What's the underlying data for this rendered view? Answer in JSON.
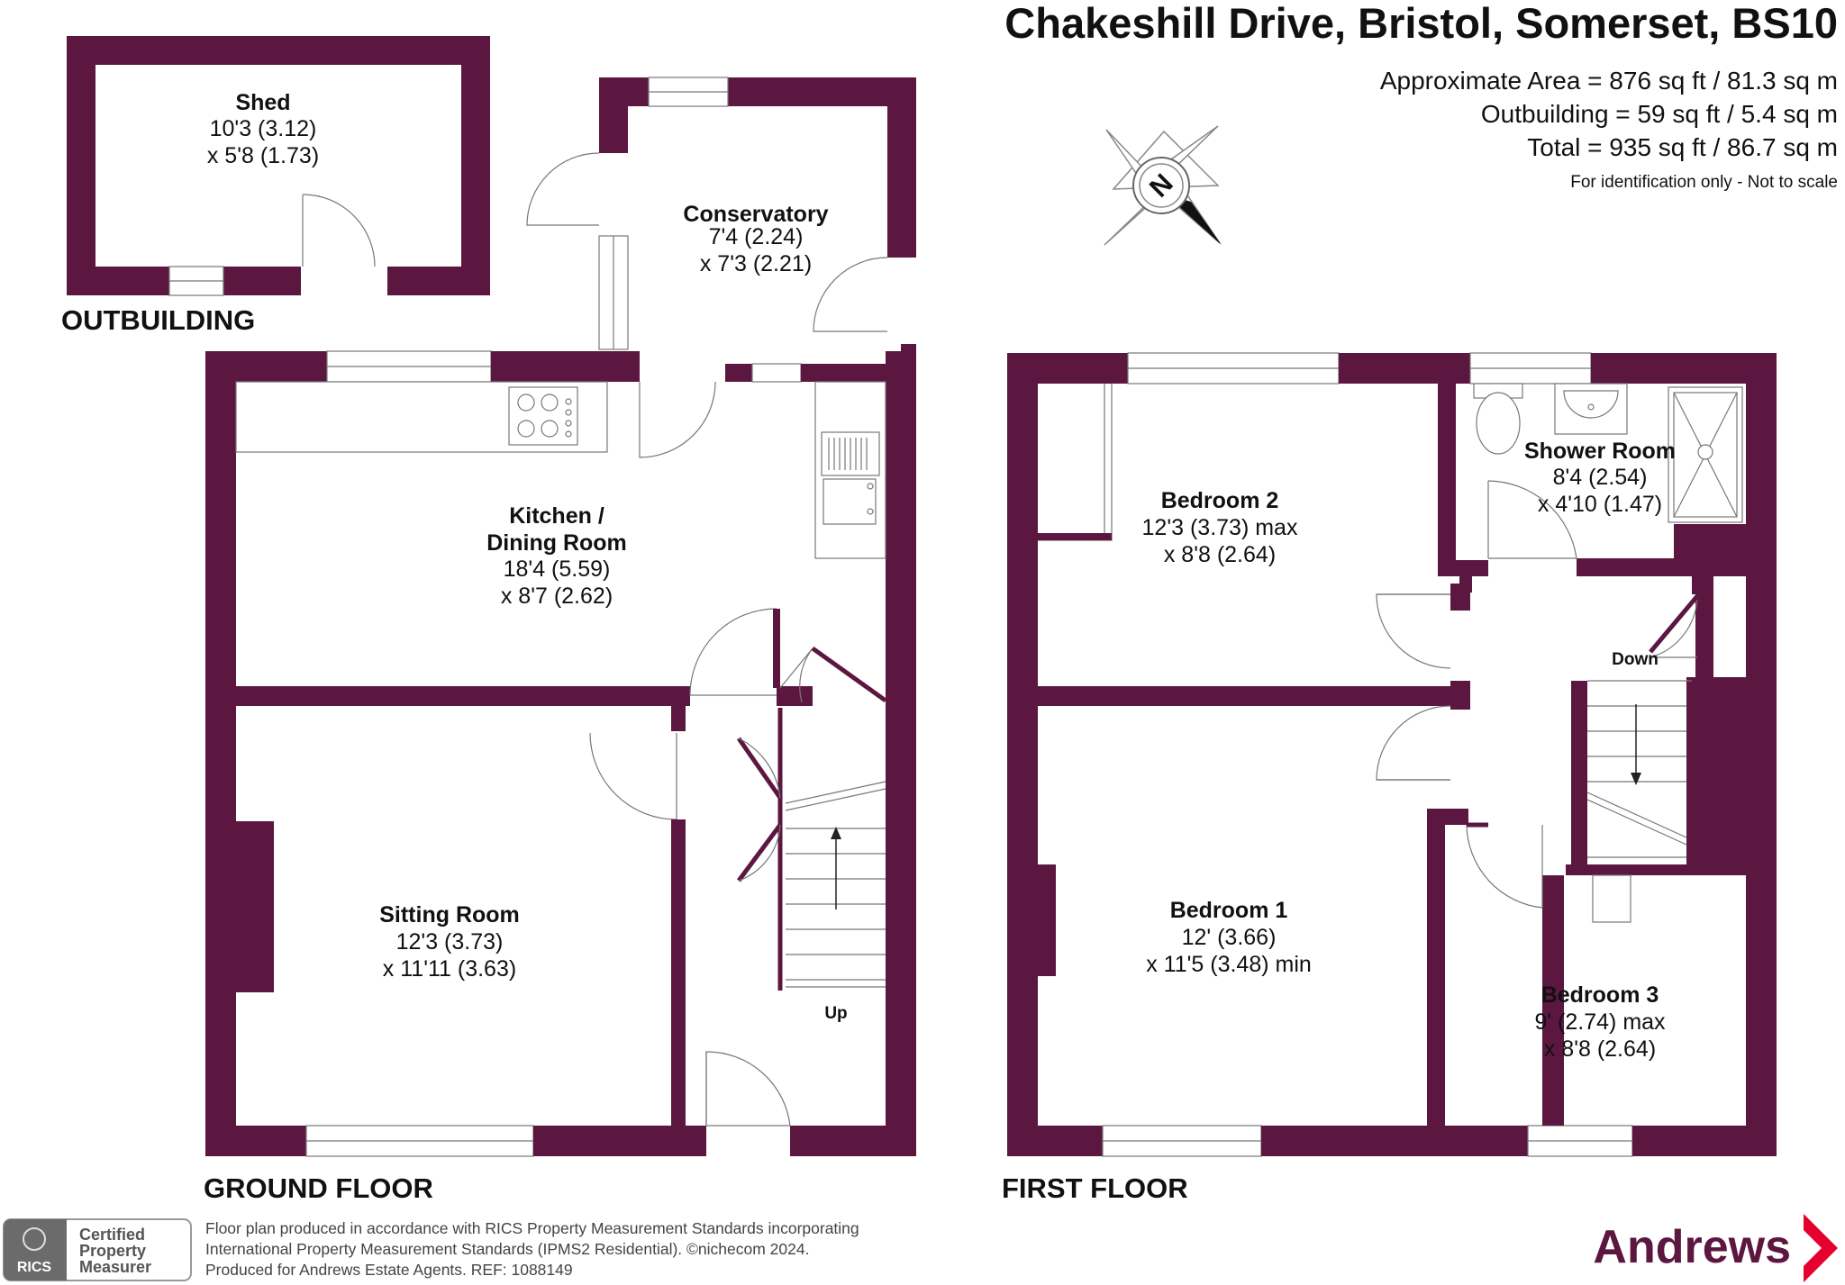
{
  "header": {
    "address": "Chakeshill Drive, Bristol, Somerset, BS10",
    "area_lines": [
      "Approximate Area = 876 sq ft / 81.3 sq m",
      "Outbuilding = 59 sq ft / 5.4 sq m",
      "Total = 935 sq ft / 86.7 sq m"
    ],
    "disclaimer": "For identification only - Not to scale"
  },
  "compass": {
    "label": "N"
  },
  "floors": {
    "outbuilding": "OUTBUILDING",
    "ground": "GROUND FLOOR",
    "first": "FIRST FLOOR"
  },
  "rooms": {
    "shed": {
      "name": "Shed",
      "dims": [
        "10'3 (3.12)",
        "x 5'8 (1.73)"
      ]
    },
    "conservatory": {
      "name": "Conservatory",
      "dims": [
        "7'4 (2.24)",
        "x 7'3 (2.21)"
      ]
    },
    "kitchen": {
      "name": [
        "Kitchen /",
        "Dining Room"
      ],
      "dims": [
        "18'4 (5.59)",
        "x 8'7 (2.62)"
      ]
    },
    "sitting": {
      "name": "Sitting Room",
      "dims": [
        "12'3 (3.73)",
        "x 11'11 (3.63)"
      ]
    },
    "bedroom2": {
      "name": "Bedroom 2",
      "dims": [
        "12'3 (3.73) max",
        "x 8'8 (2.64)"
      ]
    },
    "shower": {
      "name": "Shower Room",
      "dims": [
        "8'4 (2.54)",
        "x 4'10 (1.47)"
      ]
    },
    "bedroom1": {
      "name": "Bedroom 1",
      "dims": [
        "12' (3.66)",
        "x 11'5 (3.48) min"
      ]
    },
    "bedroom3": {
      "name": "Bedroom 3",
      "dims": [
        "9' (2.74) max",
        "x 8'8 (2.64)"
      ]
    }
  },
  "stairs": {
    "up": "Up",
    "down": "Down"
  },
  "footer": {
    "lines": [
      "Floor plan produced in accordance with RICS Property Measurement Standards incorporating",
      "International Property Measurement Standards (IPMS2 Residential).   ©nichecom 2024.",
      "Produced for Andrews Estate Agents.    REF:   1088149"
    ],
    "badge": {
      "logo": "RICS",
      "lines": [
        "Certified",
        "Property",
        "Measurer"
      ]
    },
    "brand": "Andrews"
  },
  "colors": {
    "wall": "#5c1740",
    "brand": "#5c1740"
  }
}
